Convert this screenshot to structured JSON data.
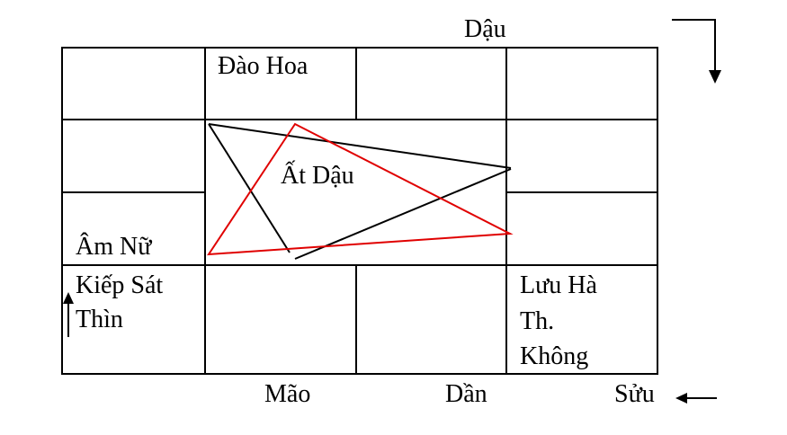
{
  "labels": {
    "top": "Dậu",
    "dao_hoa": "Đào Hoa",
    "center": "Ất Dậu",
    "am_nu": "Âm Nữ",
    "kiep_sat": "Kiếp Sát",
    "thin": "Thìn",
    "luu_ha": "Lưu Hà",
    "th": "Th.",
    "khong": "Không",
    "mao": "Mão",
    "dan": "Dần",
    "suu": "Sửu"
  },
  "colors": {
    "line": "#000000",
    "red_triangle": "#e00000"
  }
}
